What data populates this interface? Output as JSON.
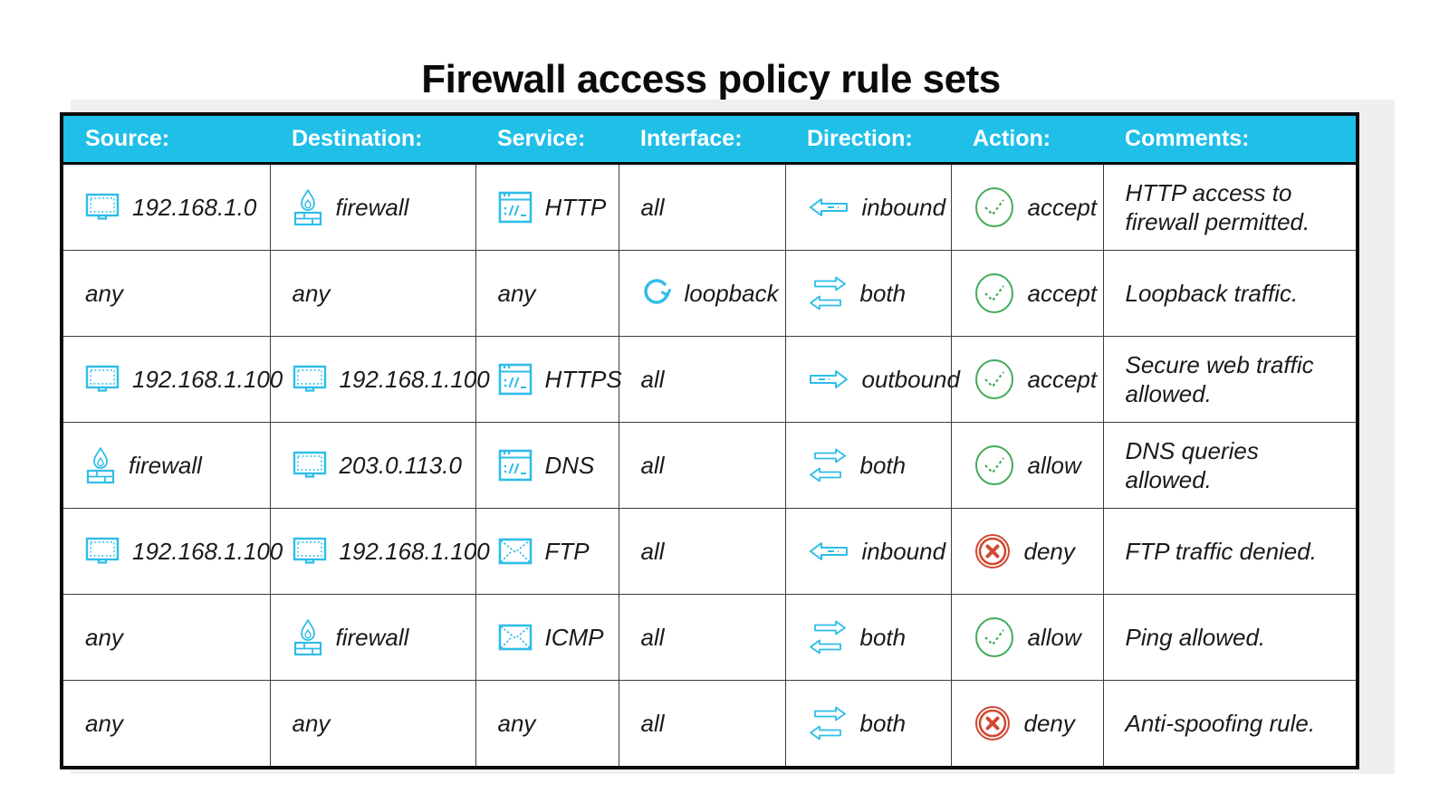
{
  "title": "Firewall access policy rule sets",
  "colors": {
    "header_bg": "#1fbfe8",
    "icon_cyan": "#2ebde8",
    "accept_green": "#44ab58",
    "deny_red": "#d04a31"
  },
  "table": {
    "headers": [
      "Source:",
      "Destination:",
      "Service:",
      "Interface:",
      "Direction:",
      "Action:",
      "Comments:"
    ],
    "rows": [
      {
        "source": {
          "icon": "monitor-icon",
          "text": "192.168.1.0"
        },
        "destination": {
          "icon": "firewall-icon",
          "text": "firewall"
        },
        "service": {
          "icon": "browser-icon",
          "text": "HTTP"
        },
        "interface": {
          "icon": "",
          "text": "all"
        },
        "direction": {
          "icon": "arrow-left-icon",
          "text": "inbound"
        },
        "action": {
          "icon": "accept-icon",
          "text": "accept"
        },
        "comments": "HTTP access to firewall permitted."
      },
      {
        "source": {
          "icon": "",
          "text": "any"
        },
        "destination": {
          "icon": "",
          "text": "any"
        },
        "service": {
          "icon": "",
          "text": "any"
        },
        "interface": {
          "icon": "loopback-icon",
          "text": "loopback"
        },
        "direction": {
          "icon": "arrows-both-icon",
          "text": "both"
        },
        "action": {
          "icon": "accept-icon",
          "text": "accept"
        },
        "comments": "Loopback traffic."
      },
      {
        "source": {
          "icon": "monitor-icon",
          "text": "192.168.1.100"
        },
        "destination": {
          "icon": "monitor-icon",
          "text": "192.168.1.100"
        },
        "service": {
          "icon": "browser-icon",
          "text": "HTTPS"
        },
        "interface": {
          "icon": "",
          "text": "all"
        },
        "direction": {
          "icon": "arrow-right-icon",
          "text": "outbound"
        },
        "action": {
          "icon": "accept-icon",
          "text": "accept"
        },
        "comments": "Secure web traffic allowed."
      },
      {
        "source": {
          "icon": "firewall-icon",
          "text": "firewall"
        },
        "destination": {
          "icon": "monitor-icon",
          "text": "203.0.113.0"
        },
        "service": {
          "icon": "browser-icon",
          "text": "DNS"
        },
        "interface": {
          "icon": "",
          "text": "all"
        },
        "direction": {
          "icon": "arrows-both-icon",
          "text": "both"
        },
        "action": {
          "icon": "accept-icon",
          "text": "allow"
        },
        "comments": "DNS queries allowed."
      },
      {
        "source": {
          "icon": "monitor-icon",
          "text": "192.168.1.100"
        },
        "destination": {
          "icon": "monitor-icon",
          "text": "192.168.1.100"
        },
        "service": {
          "icon": "envelope-icon",
          "text": "FTP"
        },
        "interface": {
          "icon": "",
          "text": "all"
        },
        "direction": {
          "icon": "arrow-left-icon",
          "text": "inbound"
        },
        "action": {
          "icon": "deny-icon",
          "text": "deny"
        },
        "comments": "FTP traffic denied."
      },
      {
        "source": {
          "icon": "",
          "text": "any"
        },
        "destination": {
          "icon": "firewall-icon",
          "text": "firewall"
        },
        "service": {
          "icon": "envelope-icon",
          "text": "ICMP"
        },
        "interface": {
          "icon": "",
          "text": "all"
        },
        "direction": {
          "icon": "arrows-both-icon",
          "text": "both"
        },
        "action": {
          "icon": "accept-icon",
          "text": "allow"
        },
        "comments": "Ping allowed."
      },
      {
        "source": {
          "icon": "",
          "text": "any"
        },
        "destination": {
          "icon": "",
          "text": "any"
        },
        "service": {
          "icon": "",
          "text": "any"
        },
        "interface": {
          "icon": "",
          "text": "all"
        },
        "direction": {
          "icon": "arrows-both-icon",
          "text": "both"
        },
        "action": {
          "icon": "deny-icon",
          "text": "deny"
        },
        "comments": "Anti-spoofing rule."
      }
    ]
  }
}
